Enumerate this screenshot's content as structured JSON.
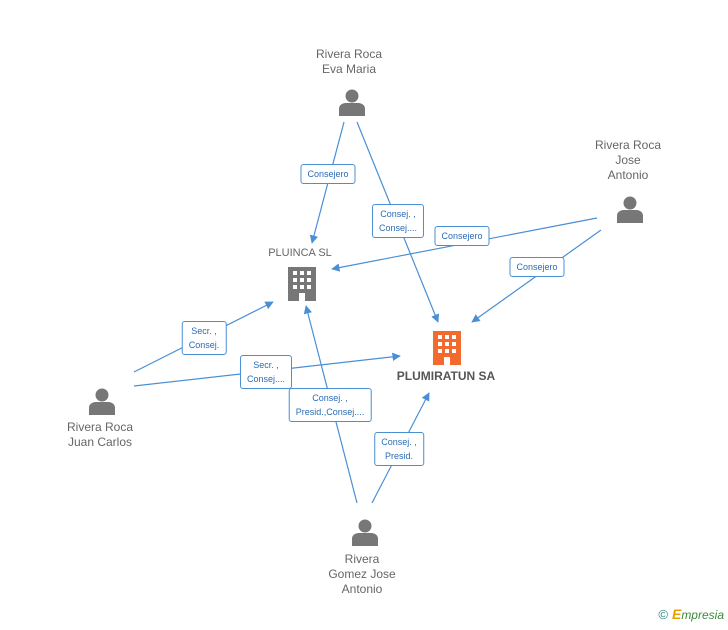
{
  "nodes": {
    "eva": {
      "lines": [
        "Rivera Roca",
        "Eva Maria"
      ]
    },
    "jose": {
      "lines": [
        "Rivera Roca",
        "Jose",
        "Antonio"
      ]
    },
    "juan": {
      "lines": [
        "Rivera Roca",
        "Juan Carlos"
      ]
    },
    "gomez": {
      "lines": [
        "Rivera",
        "Gomez Jose",
        "Antonio"
      ]
    },
    "pluinca": {
      "label": "PLUINCA SL"
    },
    "plumiratun": {
      "label": "PLUMIRATUN SA"
    }
  },
  "edges": {
    "e1": {
      "lines": [
        "Consejero"
      ]
    },
    "e2": {
      "lines": [
        "Consej. ,",
        "Consej...."
      ]
    },
    "e3": {
      "lines": [
        "Consejero"
      ]
    },
    "e4": {
      "lines": [
        "Consejero"
      ]
    },
    "e5": {
      "lines": [
        "Secr. ,",
        "Consej."
      ]
    },
    "e6": {
      "lines": [
        "Secr. ,",
        "Consej...."
      ]
    },
    "e7": {
      "lines": [
        "Consej. ,",
        "Presid.,Consej...."
      ]
    },
    "e8": {
      "lines": [
        "Consej. ,",
        "Presid."
      ]
    }
  },
  "colors": {
    "edge": "#4a8fd6",
    "person": "#777777",
    "company_gray": "#777777",
    "company_highlight": "#f26a2e"
  },
  "footer": {
    "copyright": "©",
    "brand_initial": "E",
    "brand_rest": "mpresia"
  }
}
